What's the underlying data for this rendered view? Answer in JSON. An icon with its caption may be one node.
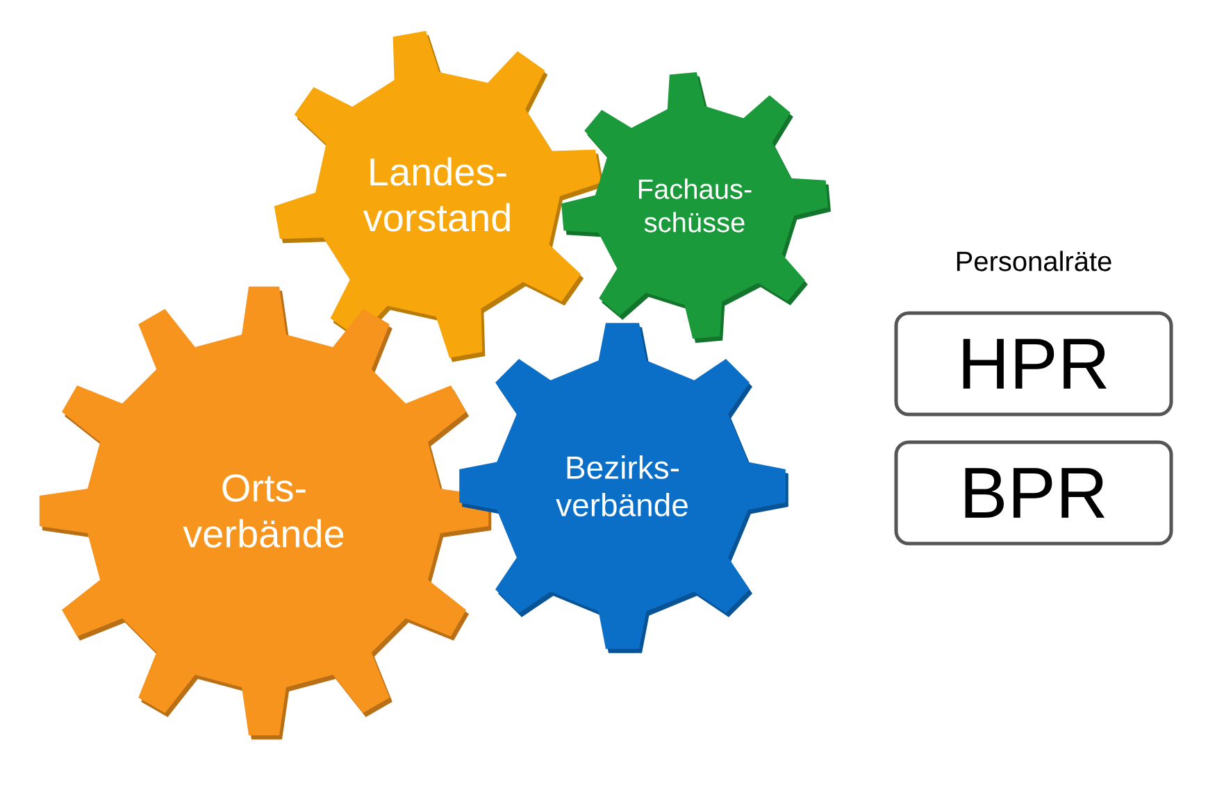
{
  "diagram": {
    "nodes": [
      {
        "text": [
          "Landes- vorstand"
        ]
      },
      {
        "text": [
          "Fachaus- schüsse"
        ]
      },
      {
        "text": [
          "Orts- verbände"
        ]
      },
      {
        "text": [
          "Bezirks- verbände"
        ]
      },
      {
        "text": [
          "HPR"
        ]
      },
      {
        "text": [
          "BPR"
        ]
      }
    ],
    "labels": [
      "Personalräte"
    ]
  }
}
